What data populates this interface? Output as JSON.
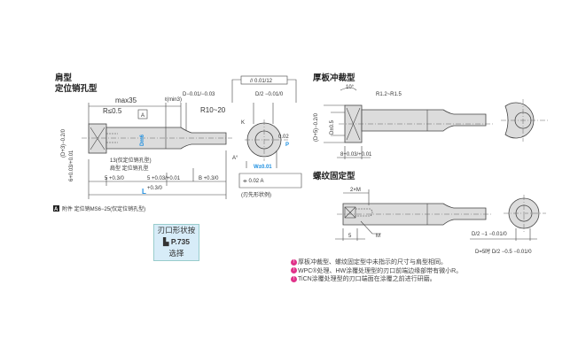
{
  "shoulder_type": {
    "title_1": "肩型",
    "title_2": "定位销孔型",
    "max_len": "max35",
    "l_min": "ℓ(min3)",
    "d_tol": "D−0.01/−0.03",
    "radius_head": "R≤0.5",
    "radius_taper": "R10~20",
    "datum": "A",
    "dim_d_m6": "Dm6",
    "head_height": "(D+3)−0.2/0",
    "dim_13": "13(仅定位销孔型)",
    "dim_13_sub": "肩型  定位销孔型",
    "head_thickness": "6+0.03/+0.01",
    "dim_5a": "5 +0.3/0",
    "dim_5b": "5 +0.03/+0.01",
    "dim_b": "B +0.3/0",
    "dim_l_tol": "+0.3/0",
    "dim_l": "L",
    "parallel": "// 0.01/12",
    "half_d": "D/2 −0.01/0",
    "k": "K",
    "p": "P",
    "w": "W±0.01",
    "p_tol": "0.02",
    "angle": "A°",
    "sym_tol": "⌯ 0.02 A",
    "tip_example": "(刃先形状例)",
    "accessory": "附件  定位销MS6−25(仅定位销孔型)",
    "accessory_label": "A"
  },
  "ref_box": {
    "line1": "刃口形状按",
    "page": "P.735",
    "line3": "选择"
  },
  "thick_plate": {
    "title": "厚板冲裁型",
    "angle": "10°",
    "radius": "R1.2~R1.5",
    "head_height": "(D+5)−0.2/0",
    "d_tol": "D±0.5",
    "thickness": "8+0.03/+0.01"
  },
  "screw_type": {
    "title": "螺纹固定型",
    "dim_2m": "2×M",
    "m": "M",
    "dim_5": "5",
    "half_d": "D/2 −1 −0.01/0",
    "d5": "D=5时  D/2 −0.5 −0.01/0"
  },
  "notes": [
    "厚板冲裁型、螺纹固定型中未指示的尺寸与肩型相同。",
    "WPC®处理、HW涂覆处理型的刃口前端边缘部带有微小R。",
    "TiCN涂覆处理型的刃口端面在涂覆之前进行研磨。"
  ],
  "note_icon": "pin-icon"
}
